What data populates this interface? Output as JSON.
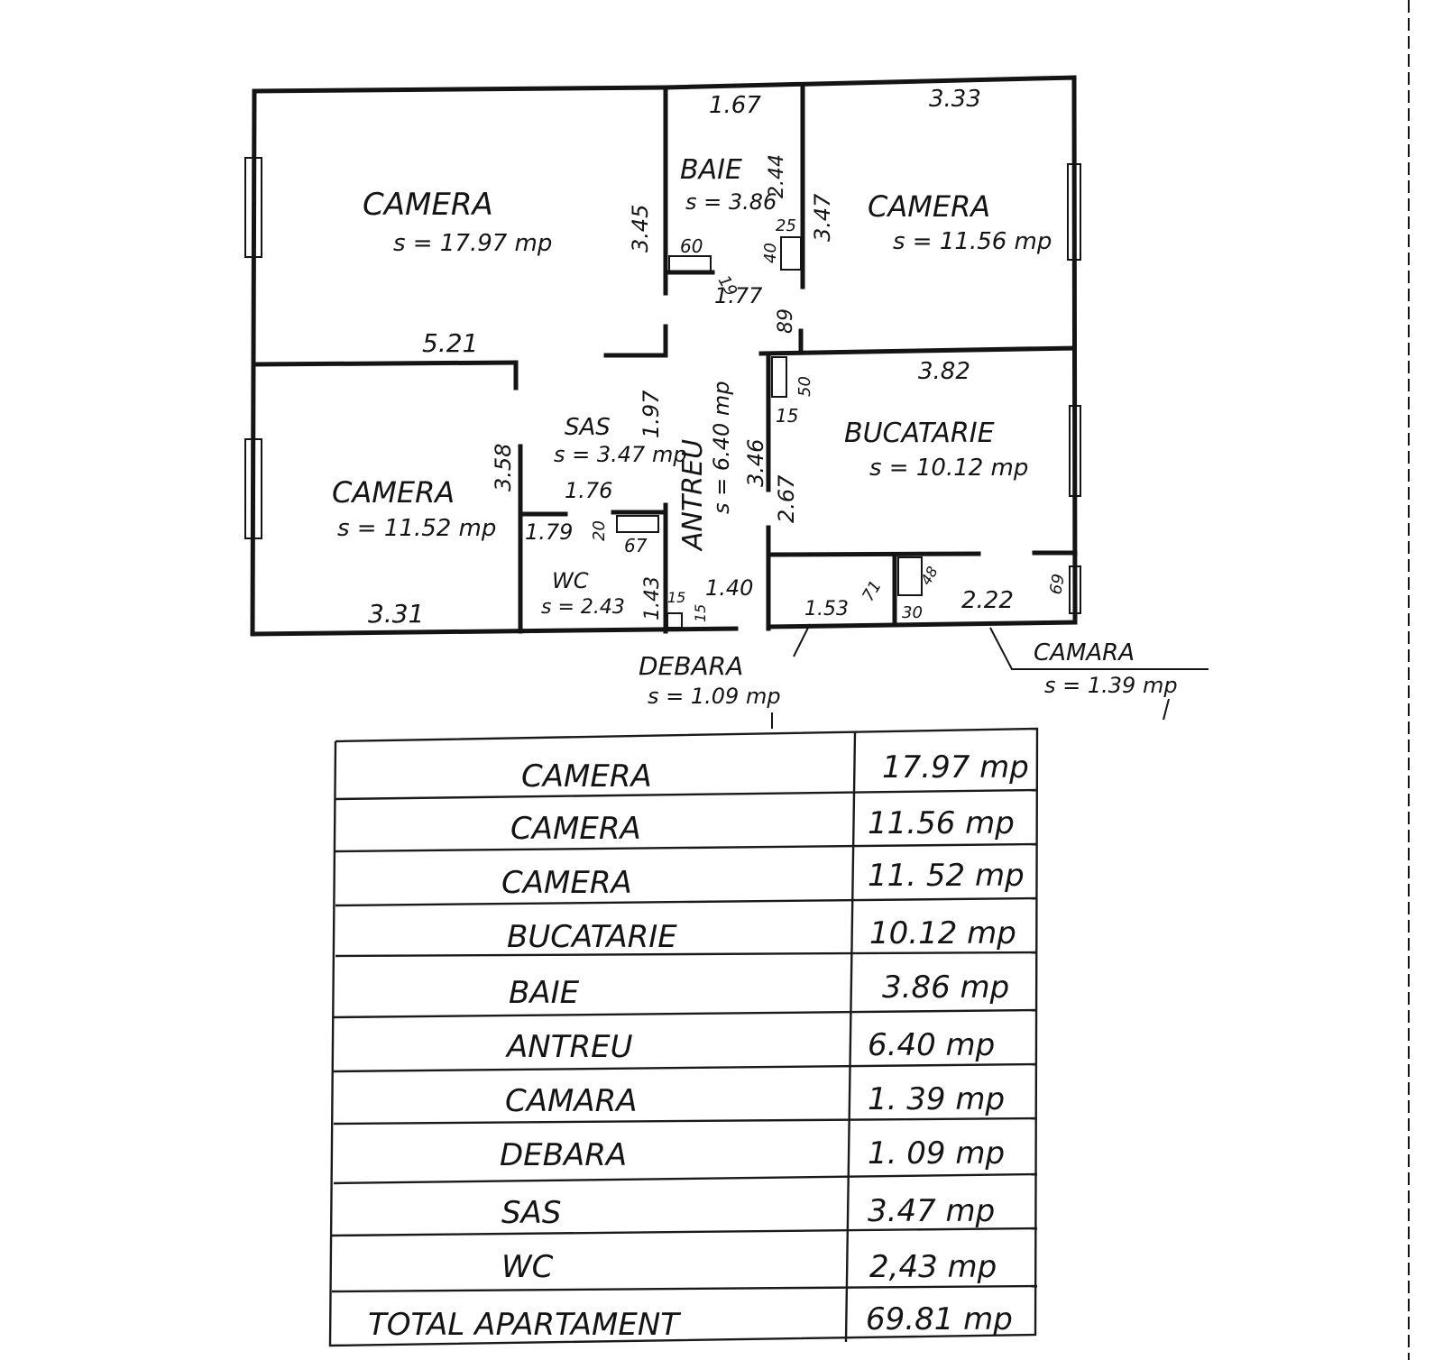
{
  "plan": {
    "rooms": [
      {
        "name": "CAMERA",
        "area": "s = 17.97 mp"
      },
      {
        "name": "BAIE",
        "area": "s = 3.86"
      },
      {
        "name": "CAMERA",
        "area": "s = 11.56 mp"
      },
      {
        "name": "SAS",
        "area": "s = 3.47 mp"
      },
      {
        "name": "CAMERA",
        "area": "s = 11.52 mp"
      },
      {
        "name": "ANTREU",
        "area": "s = 6.40 mp"
      },
      {
        "name": "BUCATARIE",
        "area": "s = 10.12 mp"
      },
      {
        "name": "WC",
        "area": "s = 2.43"
      },
      {
        "name": "DEBARA",
        "area": "s = 1.09 mp"
      },
      {
        "name": "CAMARA",
        "area": "s = 1.39 mp"
      }
    ],
    "dimensions": [
      "1.67",
      "3.33",
      "3.45",
      "2.44",
      "3.47",
      "60",
      "19",
      "40",
      "25",
      "1.77",
      "89",
      "5.21",
      "3.82",
      "1.97",
      "50",
      "15",
      "3.46",
      "2.67",
      "3.58",
      "1.76",
      "20",
      "1.79",
      "67",
      "1.43",
      "15",
      "15",
      "1.40",
      "1.53",
      "71",
      "48",
      "30",
      "2.22",
      "69",
      "3.31"
    ]
  },
  "table": {
    "rows": [
      {
        "label": "CAMERA",
        "value": "17.97 mp"
      },
      {
        "label": "CAMERA",
        "value": "11.56 mp"
      },
      {
        "label": "CAMERA",
        "value": "11. 52 mp"
      },
      {
        "label": "BUCATARIE",
        "value": "10.12 mp"
      },
      {
        "label": "BAIE",
        "value": "3.86 mp"
      },
      {
        "label": "ANTREU",
        "value": "6.40 mp"
      },
      {
        "label": "CAMARA",
        "value": "1. 39 mp"
      },
      {
        "label": "DEBARA",
        "value": "1. 09 mp"
      },
      {
        "label": "SAS",
        "value": "3.47 mp"
      },
      {
        "label": "WC",
        "value": "2,43 mp"
      },
      {
        "label": "TOTAL APARTAMENT",
        "value": "69.81 mp"
      }
    ]
  },
  "colors": {
    "ink": "#141414",
    "paper": "#ffffff"
  }
}
